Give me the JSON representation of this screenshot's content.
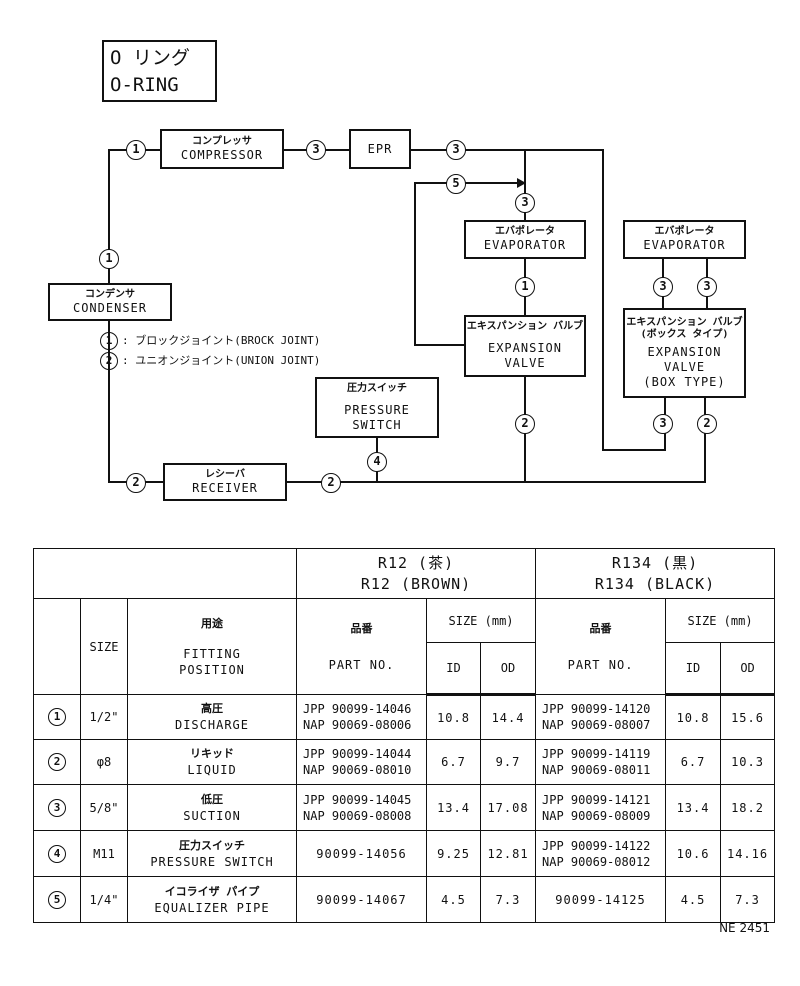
{
  "title": {
    "jp": "O リング",
    "en": "O-RING"
  },
  "diagram": {
    "compressor": {
      "jp": "コンプレッサ",
      "en": "COMPRESSOR"
    },
    "epr": {
      "en": "EPR"
    },
    "evaporator_left": {
      "jp": "エバポレータ",
      "en": "EVAPORATOR"
    },
    "evaporator_right": {
      "jp": "エバポレータ",
      "en": "EVAPORATOR"
    },
    "condenser": {
      "jp": "コンデンサ",
      "en": "CONDENSER"
    },
    "expansion_left": {
      "jp": "エキスパンション バルブ",
      "en1": "EXPANSION",
      "en2": "VALVE"
    },
    "expansion_right": {
      "jp": "エキスパンション バルブ",
      "jp2": "(ボックス タイプ)",
      "en1": "EXPANSION",
      "en2": "VALVE",
      "en3": "(BOX TYPE)"
    },
    "pressure_switch": {
      "jp": "圧力スイッチ",
      "en1": "PRESSURE",
      "en2": "SWITCH"
    },
    "receiver": {
      "jp": "レシーバ",
      "en": "RECEIVER"
    },
    "legend": [
      {
        "num": "1",
        "text": ": ブロックジョイント(BROCK JOINT)"
      },
      {
        "num": "2",
        "text": ": ユニオンジョイント(UNION JOINT)"
      }
    ],
    "markers": [
      "1",
      "3",
      "3",
      "5",
      "3",
      "1",
      "1",
      "3",
      "3",
      "2",
      "3",
      "2",
      "4",
      "2",
      "2"
    ]
  },
  "table": {
    "r12_jp": "R12 (茶)",
    "r12_en": "R12 (BROWN)",
    "r134_jp": "R134 (黒)",
    "r134_en": "R134 (BLACK)",
    "size_label": "SIZE",
    "use_jp": "用途",
    "use_en1": "FITTING",
    "use_en2": "POSITION",
    "partno_jp": "品番",
    "partno_en": "PART NO.",
    "size_mm": "SIZE (mm)",
    "id": "ID",
    "od": "OD",
    "rows": [
      {
        "num": "1",
        "size": "1/2\"",
        "jp": "高圧",
        "en": "DISCHARGE",
        "r12_jpp": "JPP  90099-14046",
        "r12_nap": "NAP  90069-08006",
        "r12_single": "",
        "r12_id": "10.8",
        "r12_od": "14.4",
        "r134_jpp": "JPP  90099-14120",
        "r134_nap": "NAP  90069-08007",
        "r134_single": "",
        "r134_id": "10.8",
        "r134_od": "15.6"
      },
      {
        "num": "2",
        "size": "φ8",
        "jp": "リキッド",
        "en": "LIQUID",
        "r12_jpp": "JPP  90099-14044",
        "r12_nap": "NAP  90069-08010",
        "r12_single": "",
        "r12_id": "6.7",
        "r12_od": "9.7",
        "r134_jpp": "JPP  90099-14119",
        "r134_nap": "NAP  90069-08011",
        "r134_single": "",
        "r134_id": "6.7",
        "r134_od": "10.3"
      },
      {
        "num": "3",
        "size": "5/8\"",
        "jp": "低圧",
        "en": "SUCTION",
        "r12_jpp": "JPP  90099-14045",
        "r12_nap": "NAP  90069-08008",
        "r12_single": "",
        "r12_id": "13.4",
        "r12_od": "17.08",
        "r134_jpp": "JPP  90099-14121",
        "r134_nap": "NAP  90069-08009",
        "r134_single": "",
        "r134_id": "13.4",
        "r134_od": "18.2"
      },
      {
        "num": "4",
        "size": "M11",
        "jp": "圧力スイッチ",
        "en": "PRESSURE SWITCH",
        "r12_jpp": "",
        "r12_nap": "",
        "r12_single": "90099-14056",
        "r12_id": "9.25",
        "r12_od": "12.81",
        "r134_jpp": "JPP  90099-14122",
        "r134_nap": "NAP  90069-08012",
        "r134_single": "",
        "r134_id": "10.6",
        "r134_od": "14.16"
      },
      {
        "num": "5",
        "size": "1/4\"",
        "jp": "イコライザ パイプ",
        "en": "EQUALIZER PIPE",
        "r12_jpp": "",
        "r12_nap": "",
        "r12_single": "90099-14067",
        "r12_id": "4.5",
        "r12_od": "7.3",
        "r134_jpp": "",
        "r134_nap": "",
        "r134_single": "90099-14125",
        "r134_id": "4.5",
        "r134_od": "7.3"
      }
    ]
  },
  "reference": "NE 2451"
}
